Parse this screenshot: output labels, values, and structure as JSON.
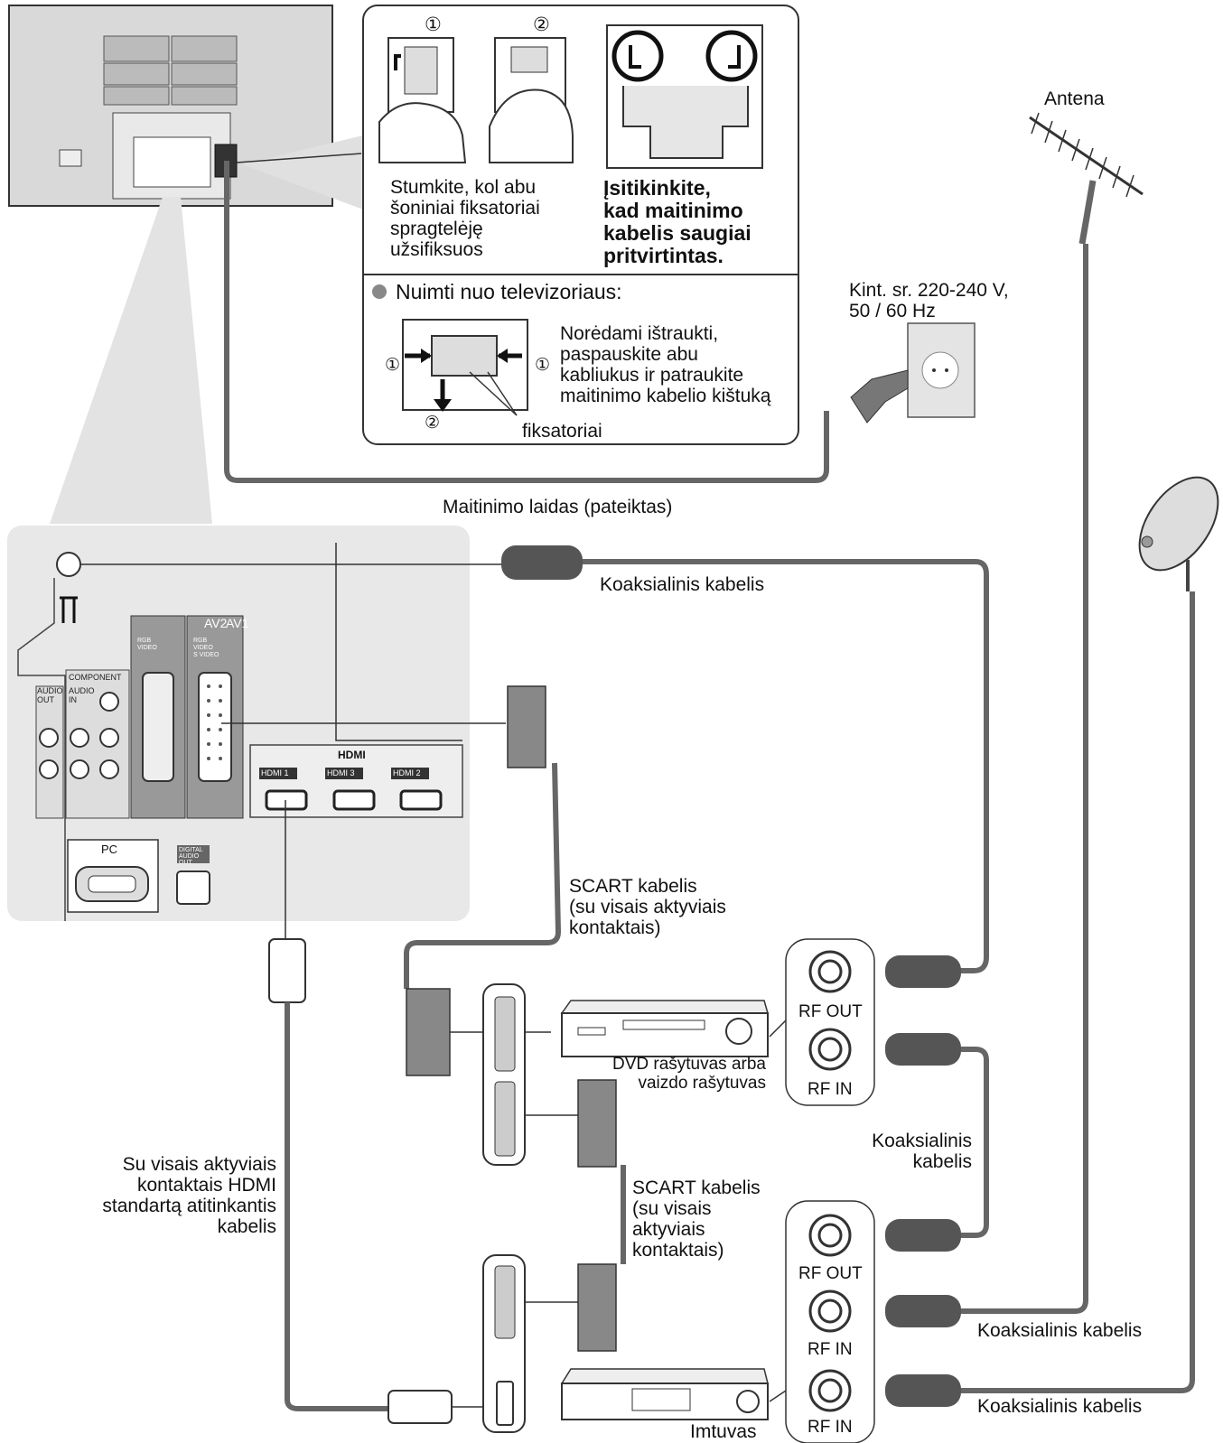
{
  "install": {
    "step1": "①",
    "step2": "②",
    "push_text": "Stumkite, kol abu\nšoniniai fiksatoriai\nspragtelėję\nužsifiksuos",
    "ensure_text": "Įsitikinkite,\nkad maitinimo\nkabelis saugiai\npritvirtintas."
  },
  "remove": {
    "title": "Nuimti nuo televizoriaus:",
    "text": "Norėdami ištraukti,\npaspauskite abu\nkabliukus ir patraukite\nmaitinimo kabelio kištuką",
    "clips": "fiksatoriai",
    "num1": "①",
    "num2": "②"
  },
  "power": {
    "outlet": "Kint. sr. 220-240 V,\n50 / 60 Hz",
    "cord": "Maitinimo laidas (pateiktas)"
  },
  "antenna": "Antena",
  "cables": {
    "coax_top": "Koaksialinis kabelis",
    "scart1": "SCART kabelis\n(su visais aktyviais\n kontaktais)",
    "coax_mid": "Koaksialinis\nkabelis",
    "scart2": "SCART kabelis\n(su visais\n aktyviais\n kontaktais)",
    "coax_receiver1": "Koaksialinis kabelis",
    "coax_receiver2": "Koaksialinis kabelis",
    "hdmi": "Su visais aktyviais\nkontaktais HDMI\nstandartą atitinkantis\nkabelis"
  },
  "devices": {
    "recorder": "DVD rašytuvas arba\nvaizdo rašytuvas",
    "receiver": "Imtuvas"
  },
  "ports": {
    "rf_out_1": "RF OUT",
    "rf_in_1": "RF IN",
    "rf_out_2": "RF OUT",
    "rf_in_2": "RF IN",
    "rf_in_3": "RF IN"
  },
  "panel": {
    "av2": "AV2",
    "av1": "AV1",
    "hdmi_logo": "HDMI",
    "hdmi1": "HDMI 1",
    "hdmi3": "HDMI 3",
    "hdmi2": "HDMI 2",
    "component": "COMPONENT",
    "audio_in": "AUDIO\nIN",
    "audio_out": "AUDIO\nOUT",
    "pc": "PC",
    "digital_audio_out": "DIGITAL\nAUDIO\nOUT",
    "rgb_video": "RGB\nVIDEO\nS VIDEO",
    "rgb_video2": "RGB\nVIDEO"
  }
}
